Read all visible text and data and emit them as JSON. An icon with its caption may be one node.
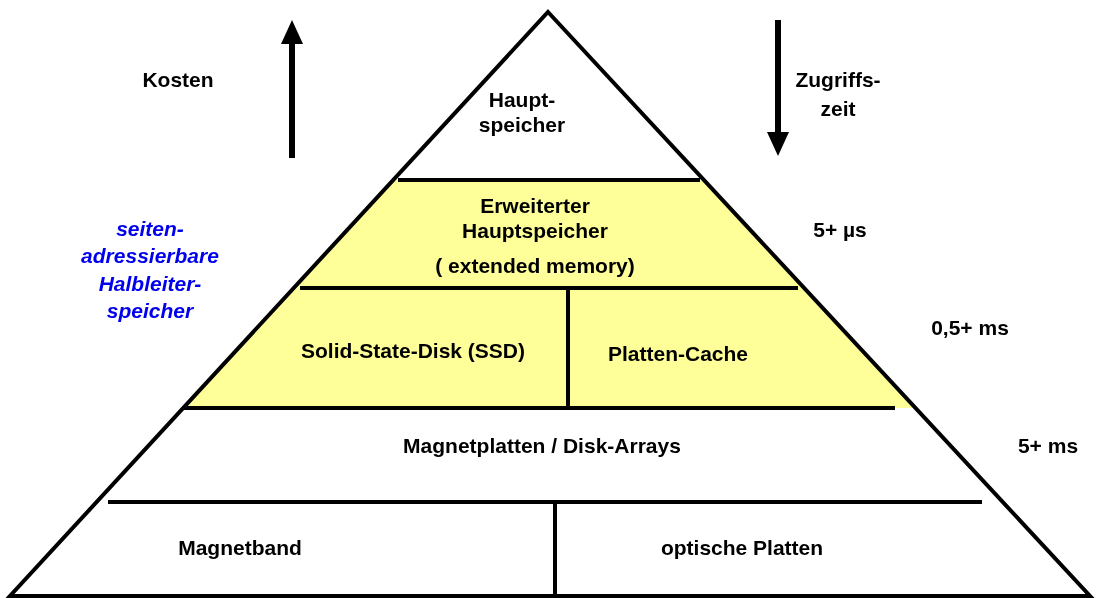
{
  "diagram": {
    "nodes": [
      {
        "text": [
          "Haupt- speicher"
        ]
      },
      {
        "text": [
          "Erweiterter Hauptspeicher",
          "( extended memory)"
        ]
      },
      {
        "text": [
          "Solid-State-Disk (SSD)"
        ]
      },
      {
        "text": [
          "Platten-Cache"
        ]
      },
      {
        "text": [
          "Magnetplatten / Disk-Arrays"
        ]
      },
      {
        "text": [
          "Magnetband"
        ]
      },
      {
        "text": [
          "optische Platten"
        ]
      }
    ],
    "labels": [
      "Kosten",
      "Zugriffs- zeit",
      "seiten- adressierbare Halbleiter- speicher",
      "5+ µs",
      "0,5+ ms",
      "5+ ms"
    ]
  }
}
